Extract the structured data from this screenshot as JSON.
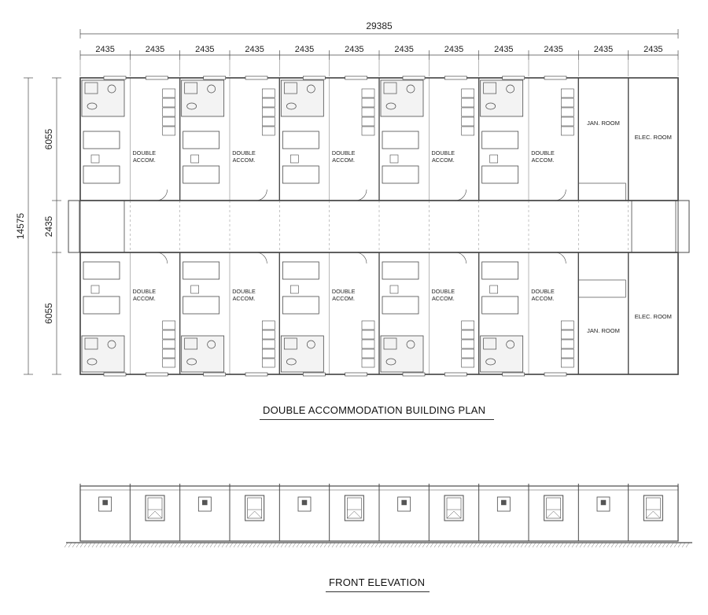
{
  "dimensions": {
    "overall_width": "29385",
    "module_width": "2435",
    "overall_depth": "14575",
    "wing_depth": "6055",
    "corridor_width": "2435"
  },
  "rooms": {
    "double_accom": "DOUBLE ACCOM.",
    "jan_room": "JAN. ROOM",
    "elec_room": "ELEC. ROOM"
  },
  "titles": {
    "plan": "DOUBLE ACCOMMODATION BUILDING PLAN",
    "elevation": "FRONT ELEVATION"
  },
  "colors": {
    "line": "#4a4a4a",
    "fill": "#f3f3f3",
    "text": "#222222"
  }
}
